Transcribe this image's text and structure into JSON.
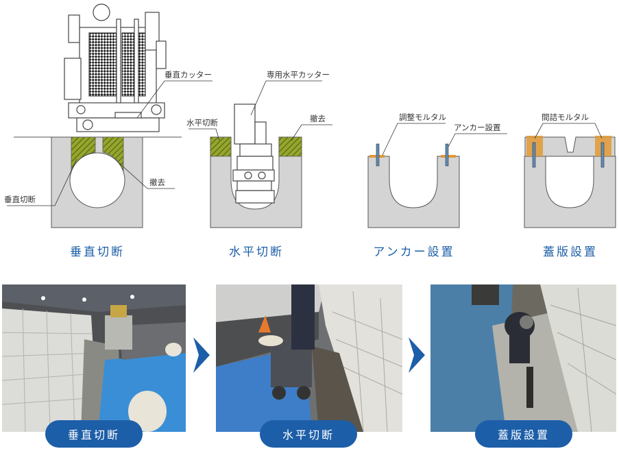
{
  "steps": [
    {
      "title": "垂直切断",
      "callouts": {
        "cutter": "垂直カッター",
        "cut": "垂直切断",
        "remove": "撤去"
      }
    },
    {
      "title": "水平切断",
      "callouts": {
        "cutter": "専用水平カッター",
        "cut": "水平切断",
        "remove": "撤去"
      }
    },
    {
      "title": "アンカー設置",
      "callouts": {
        "mortar": "調整モルタル",
        "anchor": "アンカー設置"
      }
    },
    {
      "title": "蓋版設置",
      "callouts": {
        "mortar": "間詰モルタル"
      }
    }
  ],
  "photos": [
    {
      "caption": "垂直切断"
    },
    {
      "caption": "水平切断"
    },
    {
      "caption": "蓋版設置"
    }
  ],
  "colors": {
    "accent": "#1c5ea8",
    "concrete": "#d4d4d4",
    "hatch": "#6d7d1e",
    "mortar": "#e09a35",
    "anchor": "#5f8db3"
  }
}
